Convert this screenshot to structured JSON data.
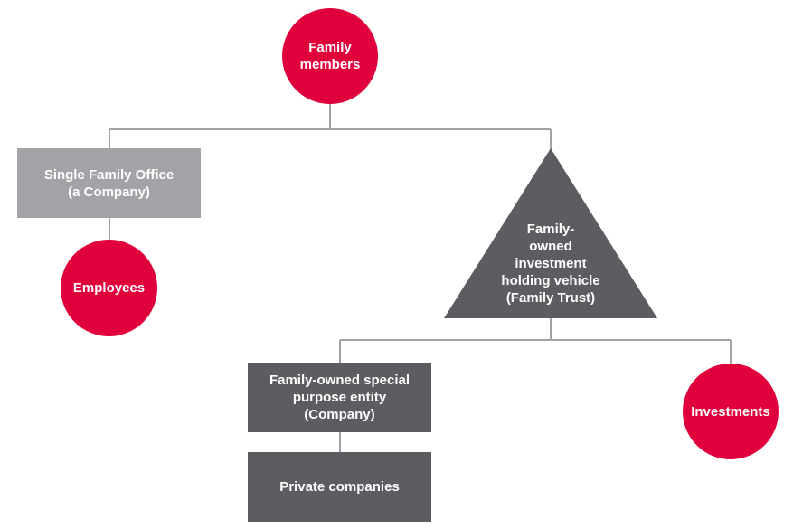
{
  "diagram": {
    "nodes": {
      "family_members": "Family\nmembers",
      "single_family_office": "Single Family Office\n(a Company)",
      "employees": "Employees",
      "holding_vehicle": "Family-\nowned\ninvestment\nholding vehicle\n(Family Trust)",
      "special_purpose_entity": "Family-owned special\npurpose entity\n(Company)",
      "private_companies": "Private companies",
      "investments": "Investments"
    },
    "colors": {
      "circle": "#e0003c",
      "box_light": "#a2a3a6",
      "box_dark": "#5c5d61",
      "connector": "#a2a3a6"
    }
  }
}
